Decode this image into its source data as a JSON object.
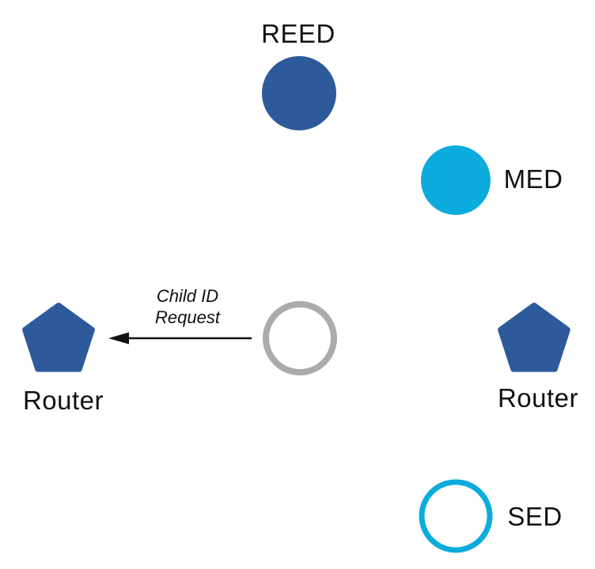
{
  "colors": {
    "node_blue": "#2e5a9c",
    "node_cyan": "#0bacdc",
    "joiner_gray": "#ababab",
    "arrow_black": "#111111"
  },
  "labels": {
    "reed": "REED",
    "med": "MED",
    "router_left": "Router",
    "router_right": "Router",
    "sed": "SED"
  },
  "arrow": {
    "label_line1": "Child ID",
    "label_line2": "Request"
  }
}
